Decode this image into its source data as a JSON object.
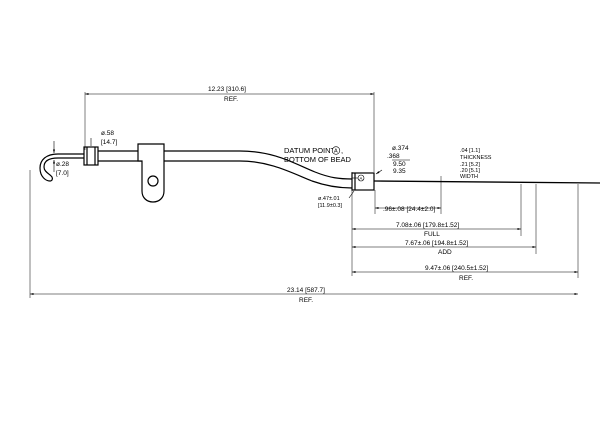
{
  "dimensions": {
    "overall_top": {
      "value": "12.23 [310.6]",
      "note": "REF."
    },
    "grip_dia": {
      "value": "ø.58",
      "metric": "[14.7]"
    },
    "loop_dia": {
      "value": "ø.28",
      "metric": "[7.0]"
    },
    "datum": {
      "line1": "DATUM POINT",
      "symbol": "A",
      "line2": "BOTTOM OF BEAD"
    },
    "tube_dia": {
      "value1": "ø.374",
      "value2": ".368",
      "metric1": "9.50",
      "metric2": "9.35"
    },
    "bead_dia": {
      "value": "ø.47±.01",
      "metric": "[11.9±0.3]"
    },
    "blade": {
      "line1": ".04 [1.1]",
      "line2": "THICKNESS",
      "line3": ".21 [5.2]",
      "line4": ".20 [5.1]",
      "line5": "WIDTH"
    },
    "tube_end": {
      "value": ".96±.08 [24.4±2.0]"
    },
    "full": {
      "value": "7.08±.06 [179.8±1.52]",
      "note": "FULL"
    },
    "add": {
      "value": "7.67±.06 [194.8±1.52]",
      "note": "ADD"
    },
    "ref_tip": {
      "value": "9.47±.06 [240.5±1.52]",
      "note": "REF."
    },
    "overall_bottom": {
      "value": "23.14 [587.7]",
      "note": "REF."
    }
  }
}
